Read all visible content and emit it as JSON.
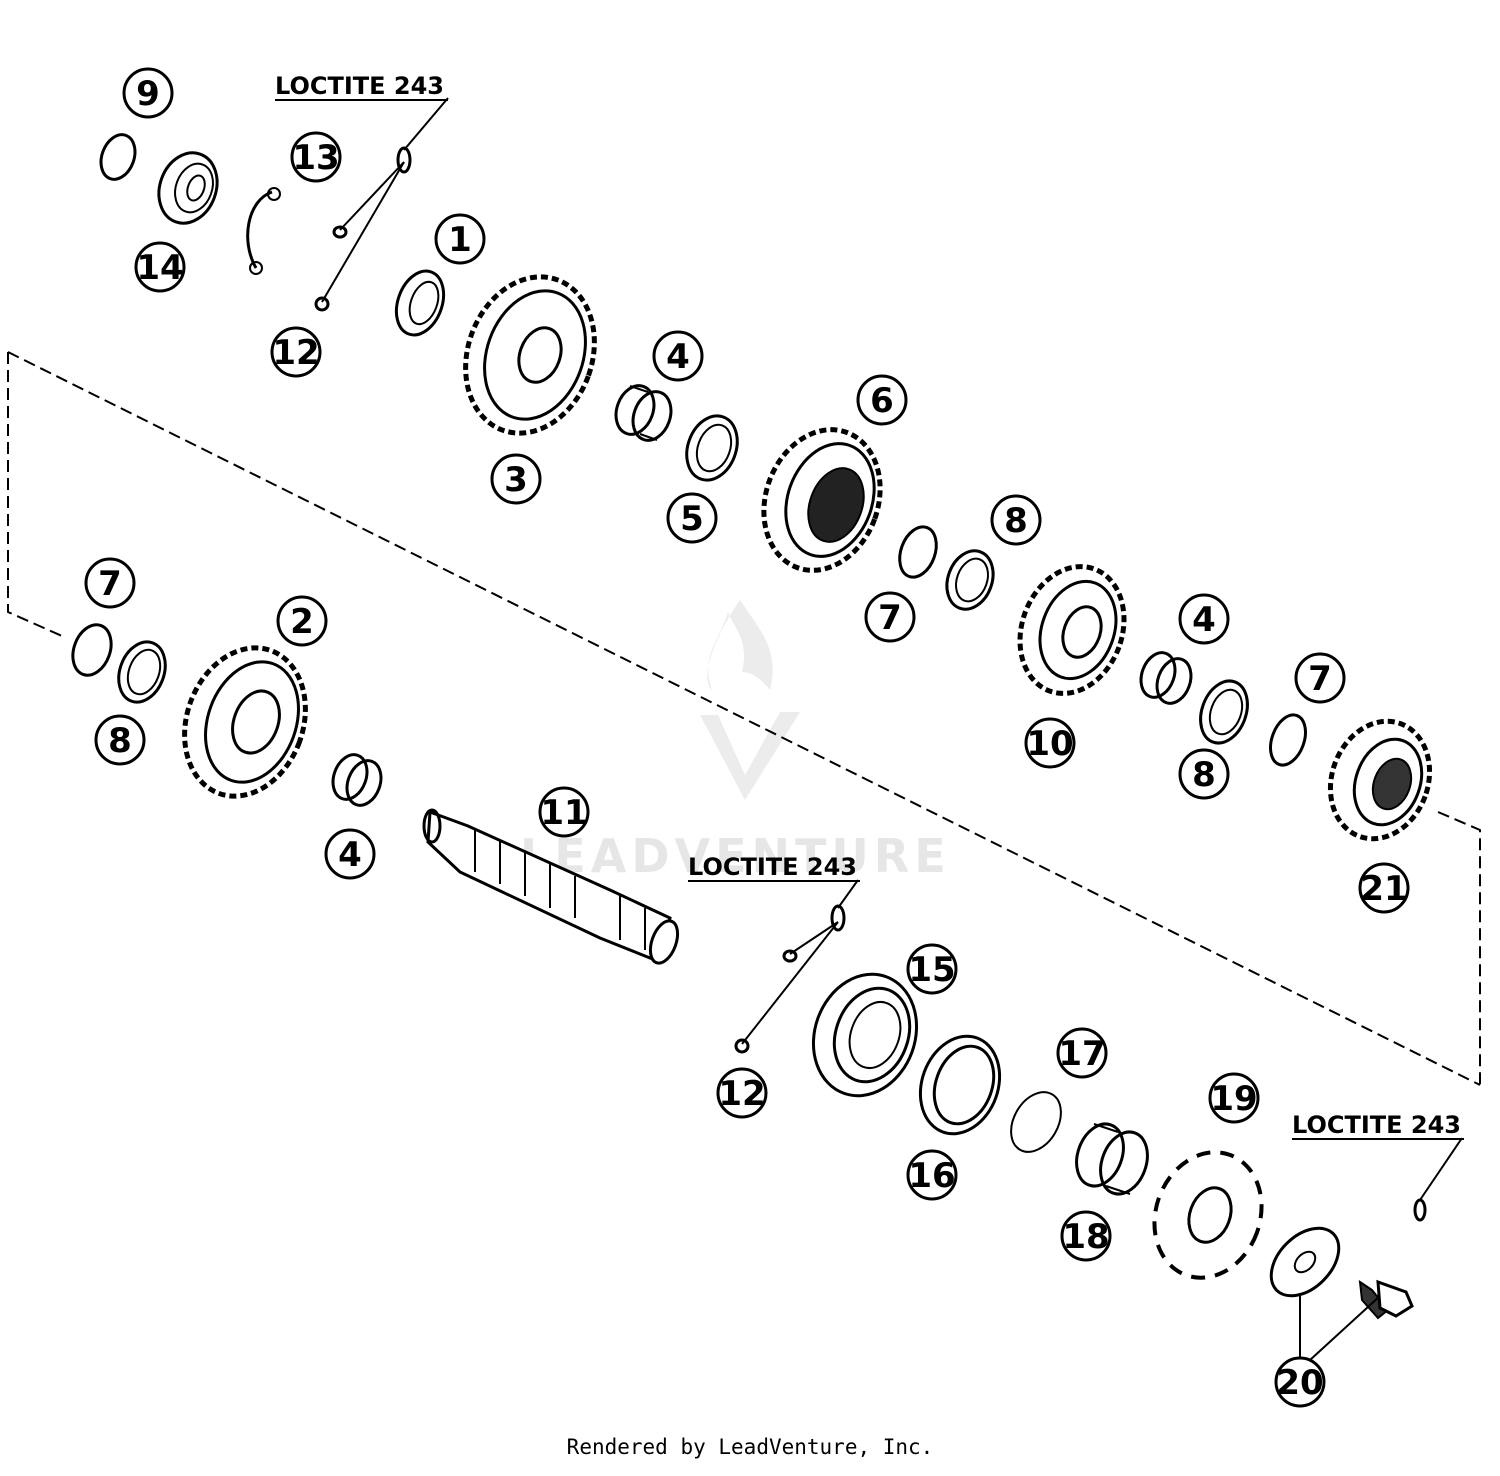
{
  "diagram": {
    "type": "exploded parts diagram",
    "callouts": [
      {
        "id": "c9",
        "label": "9"
      },
      {
        "id": "c13",
        "label": "13"
      },
      {
        "id": "c14",
        "label": "14"
      },
      {
        "id": "c1",
        "label": "1"
      },
      {
        "id": "c12a",
        "label": "12"
      },
      {
        "id": "c4a",
        "label": "4"
      },
      {
        "id": "c3",
        "label": "3"
      },
      {
        "id": "c6",
        "label": "6"
      },
      {
        "id": "c5",
        "label": "5"
      },
      {
        "id": "c8a",
        "label": "8"
      },
      {
        "id": "c7a",
        "label": "7"
      },
      {
        "id": "c7b",
        "label": "7"
      },
      {
        "id": "c2",
        "label": "2"
      },
      {
        "id": "c8b",
        "label": "8"
      },
      {
        "id": "c4b",
        "label": "4"
      },
      {
        "id": "c11",
        "label": "11"
      },
      {
        "id": "c10",
        "label": "10"
      },
      {
        "id": "c4c",
        "label": "4"
      },
      {
        "id": "c8c",
        "label": "8"
      },
      {
        "id": "c7c",
        "label": "7"
      },
      {
        "id": "c21",
        "label": "21"
      },
      {
        "id": "c15",
        "label": "15"
      },
      {
        "id": "c12b",
        "label": "12"
      },
      {
        "id": "c17",
        "label": "17"
      },
      {
        "id": "c19",
        "label": "19"
      },
      {
        "id": "c16",
        "label": "16"
      },
      {
        "id": "c18",
        "label": "18"
      },
      {
        "id": "c20",
        "label": "20"
      }
    ],
    "notes": [
      "LOCTITE 243",
      "LOCTITE 243",
      "LOCTITE 243"
    ],
    "watermark": "LEADVENTURE",
    "footer": "Rendered by LeadVenture, Inc."
  },
  "colors": {
    "line": "#000000",
    "background": "#ffffff",
    "watermark": "#e6e6e6"
  }
}
